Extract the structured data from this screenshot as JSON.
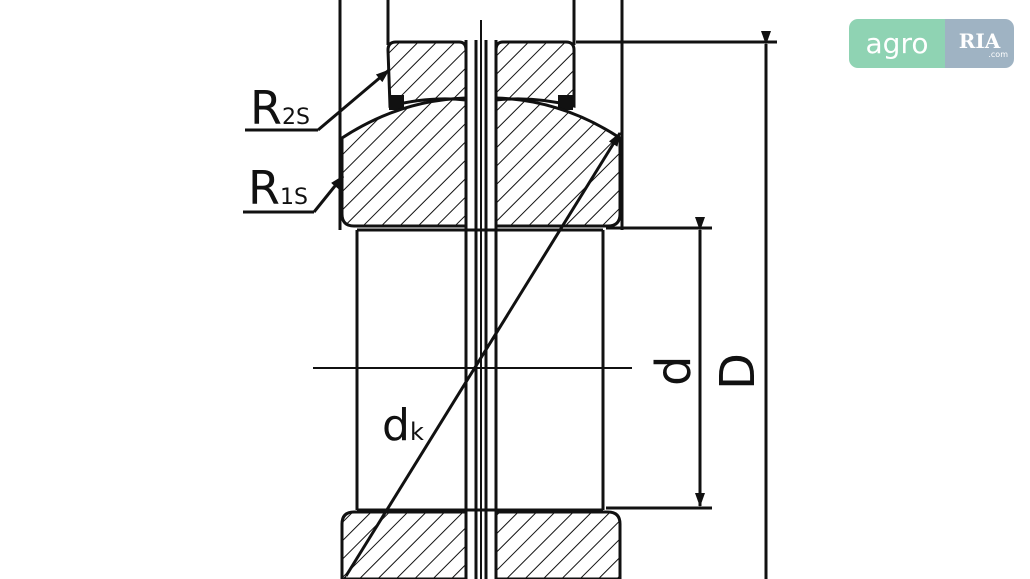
{
  "labels": {
    "r2s_main": "R",
    "r2s_sub": "2S",
    "r1s_main": "R",
    "r1s_sub": "1S",
    "dk_main": "d",
    "dk_sub": "k",
    "d": "d",
    "D": "D"
  },
  "logo": {
    "left_text": "agro",
    "right_text": "RIA",
    "right_domain": ".com",
    "left_color": "#8fd3b3",
    "right_color": "#9fb3c3"
  }
}
